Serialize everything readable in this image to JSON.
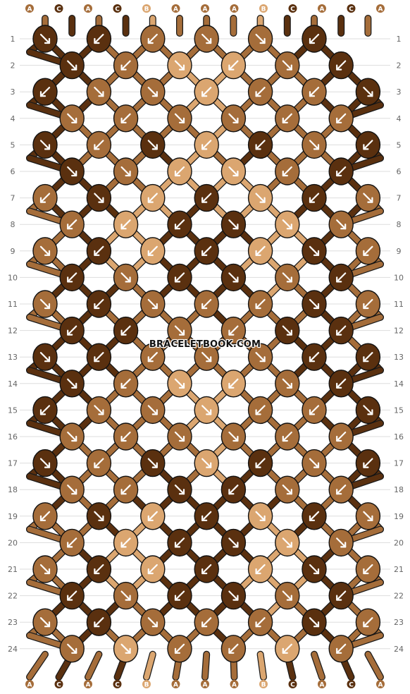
{
  "pattern": {
    "watermark": "BRACELETBOOK.COM",
    "top_strings": [
      "A",
      "C",
      "A",
      "C",
      "B",
      "A",
      "A",
      "A",
      "B",
      "C",
      "A",
      "C",
      "A"
    ],
    "bottom_strings": [
      "A",
      "C",
      "A",
      "C",
      "B",
      "A",
      "A",
      "A",
      "B",
      "C",
      "A",
      "C",
      "A"
    ],
    "colors": {
      "A": "#a56d3a",
      "B": "#dba670",
      "C": "#5a300f"
    },
    "rows": [
      {
        "num": "1",
        "knots": [
          [
            "C",
            "dr"
          ],
          [
            "C",
            "dl"
          ],
          [
            "A",
            "dl"
          ],
          [
            "A",
            "dr"
          ],
          [
            "A",
            "dr"
          ],
          [
            "C",
            "dl"
          ]
        ]
      },
      {
        "num": "2",
        "knots": [
          [
            "C",
            "dr"
          ],
          [
            "A",
            "dl"
          ],
          [
            "B",
            "dr"
          ],
          [
            "B",
            "dl"
          ],
          [
            "A",
            "dr"
          ],
          [
            "C",
            "dl"
          ]
        ]
      },
      {
        "num": "3",
        "knots": [
          [
            "C",
            "dl"
          ],
          [
            "A",
            "dr"
          ],
          [
            "A",
            "dr"
          ],
          [
            "B",
            "dl"
          ],
          [
            "A",
            "dl"
          ],
          [
            "A",
            "dl"
          ],
          [
            "C",
            "dr"
          ]
        ]
      },
      {
        "num": "4",
        "knots": [
          [
            "A",
            "dr"
          ],
          [
            "A",
            "dl"
          ],
          [
            "A",
            "dr"
          ],
          [
            "A",
            "dr"
          ],
          [
            "A",
            "dl"
          ],
          [
            "A",
            "dl"
          ]
        ]
      },
      {
        "num": "5",
        "knots": [
          [
            "C",
            "dr"
          ],
          [
            "A",
            "dl"
          ],
          [
            "C",
            "dr"
          ],
          [
            "B",
            "dl"
          ],
          [
            "C",
            "dl"
          ],
          [
            "A",
            "dr"
          ],
          [
            "C",
            "dl"
          ]
        ]
      },
      {
        "num": "6",
        "knots": [
          [
            "C",
            "dr"
          ],
          [
            "A",
            "dr"
          ],
          [
            "B",
            "dl"
          ],
          [
            "B",
            "dr"
          ],
          [
            "A",
            "dl"
          ],
          [
            "C",
            "dl"
          ]
        ]
      },
      {
        "num": "7",
        "knots": [
          [
            "A",
            "dl"
          ],
          [
            "C",
            "dr"
          ],
          [
            "B",
            "dl"
          ],
          [
            "C",
            "dl"
          ],
          [
            "B",
            "dr"
          ],
          [
            "C",
            "dl"
          ],
          [
            "A",
            "dr"
          ]
        ]
      },
      {
        "num": "8",
        "knots": [
          [
            "A",
            "dl"
          ],
          [
            "B",
            "dl"
          ],
          [
            "C",
            "dl"
          ],
          [
            "C",
            "dr"
          ],
          [
            "B",
            "dr"
          ],
          [
            "A",
            "dr"
          ]
        ]
      },
      {
        "num": "9",
        "knots": [
          [
            "A",
            "dr"
          ],
          [
            "C",
            "dl"
          ],
          [
            "B",
            "dl"
          ],
          [
            "C",
            "dl"
          ],
          [
            "B",
            "dl"
          ],
          [
            "C",
            "dr"
          ],
          [
            "A",
            "dl"
          ]
        ]
      },
      {
        "num": "10",
        "knots": [
          [
            "C",
            "dl"
          ],
          [
            "A",
            "dr"
          ],
          [
            "C",
            "dl"
          ],
          [
            "C",
            "dr"
          ],
          [
            "A",
            "dr"
          ],
          [
            "C",
            "dl"
          ]
        ]
      },
      {
        "num": "11",
        "knots": [
          [
            "A",
            "dr"
          ],
          [
            "C",
            "dl"
          ],
          [
            "A",
            "dr"
          ],
          [
            "A",
            "dl"
          ],
          [
            "A",
            "dl"
          ],
          [
            "C",
            "dr"
          ],
          [
            "A",
            "dl"
          ]
        ]
      },
      {
        "num": "12",
        "knots": [
          [
            "C",
            "dl"
          ],
          [
            "C",
            "dl"
          ],
          [
            "A",
            "dr"
          ],
          [
            "A",
            "dl"
          ],
          [
            "C",
            "dr"
          ],
          [
            "C",
            "dl"
          ]
        ]
      },
      {
        "num": "13",
        "knots": [
          [
            "C",
            "dr"
          ],
          [
            "C",
            "dl"
          ],
          [
            "A",
            "dl"
          ],
          [
            "A",
            "dr"
          ],
          [
            "A",
            "dr"
          ],
          [
            "C",
            "dl"
          ],
          [
            "C",
            "dl"
          ]
        ]
      },
      {
        "num": "14",
        "knots": [
          [
            "C",
            "dr"
          ],
          [
            "A",
            "dl"
          ],
          [
            "B",
            "dr"
          ],
          [
            "B",
            "dl"
          ],
          [
            "A",
            "dr"
          ],
          [
            "C",
            "dl"
          ]
        ]
      },
      {
        "num": "15",
        "knots": [
          [
            "C",
            "dl"
          ],
          [
            "A",
            "dr"
          ],
          [
            "A",
            "dr"
          ],
          [
            "B",
            "dr"
          ],
          [
            "A",
            "dl"
          ],
          [
            "A",
            "dl"
          ],
          [
            "C",
            "dr"
          ]
        ]
      },
      {
        "num": "16",
        "knots": [
          [
            "A",
            "dr"
          ],
          [
            "A",
            "dl"
          ],
          [
            "A",
            "dr"
          ],
          [
            "A",
            "dr"
          ],
          [
            "A",
            "dl"
          ],
          [
            "A",
            "dl"
          ]
        ]
      },
      {
        "num": "17",
        "knots": [
          [
            "C",
            "dr"
          ],
          [
            "A",
            "dl"
          ],
          [
            "C",
            "dr"
          ],
          [
            "B",
            "dr"
          ],
          [
            "C",
            "dl"
          ],
          [
            "A",
            "dr"
          ],
          [
            "C",
            "dl"
          ]
        ]
      },
      {
        "num": "18",
        "knots": [
          [
            "A",
            "dr"
          ],
          [
            "A",
            "dl"
          ],
          [
            "C",
            "dr"
          ],
          [
            "C",
            "dl"
          ],
          [
            "A",
            "dr"
          ],
          [
            "A",
            "dl"
          ]
        ]
      },
      {
        "num": "19",
        "knots": [
          [
            "A",
            "dl"
          ],
          [
            "C",
            "dr"
          ],
          [
            "B",
            "dl"
          ],
          [
            "C",
            "dl"
          ],
          [
            "B",
            "dr"
          ],
          [
            "C",
            "dl"
          ],
          [
            "A",
            "dr"
          ]
        ]
      },
      {
        "num": "20",
        "knots": [
          [
            "A",
            "dl"
          ],
          [
            "B",
            "dl"
          ],
          [
            "C",
            "dl"
          ],
          [
            "C",
            "dr"
          ],
          [
            "B",
            "dr"
          ],
          [
            "A",
            "dr"
          ]
        ]
      },
      {
        "num": "21",
        "knots": [
          [
            "A",
            "dr"
          ],
          [
            "C",
            "dl"
          ],
          [
            "B",
            "dl"
          ],
          [
            "C",
            "dl"
          ],
          [
            "B",
            "dl"
          ],
          [
            "C",
            "dr"
          ],
          [
            "A",
            "dl"
          ]
        ]
      },
      {
        "num": "22",
        "knots": [
          [
            "C",
            "dl"
          ],
          [
            "A",
            "dr"
          ],
          [
            "C",
            "dl"
          ],
          [
            "C",
            "dr"
          ],
          [
            "A",
            "dr"
          ],
          [
            "C",
            "dl"
          ]
        ]
      },
      {
        "num": "23",
        "knots": [
          [
            "A",
            "dr"
          ],
          [
            "C",
            "dl"
          ],
          [
            "A",
            "dr"
          ],
          [
            "A",
            "dl"
          ],
          [
            "A",
            "dl"
          ],
          [
            "C",
            "dr"
          ],
          [
            "A",
            "dl"
          ]
        ]
      },
      {
        "num": "24",
        "knots": [
          [
            "A",
            "dr"
          ],
          [
            "B",
            "dr"
          ],
          [
            "A",
            "dl"
          ],
          [
            "A",
            "dl"
          ],
          [
            "B",
            "dl"
          ],
          [
            "A",
            "dl"
          ]
        ]
      }
    ]
  }
}
